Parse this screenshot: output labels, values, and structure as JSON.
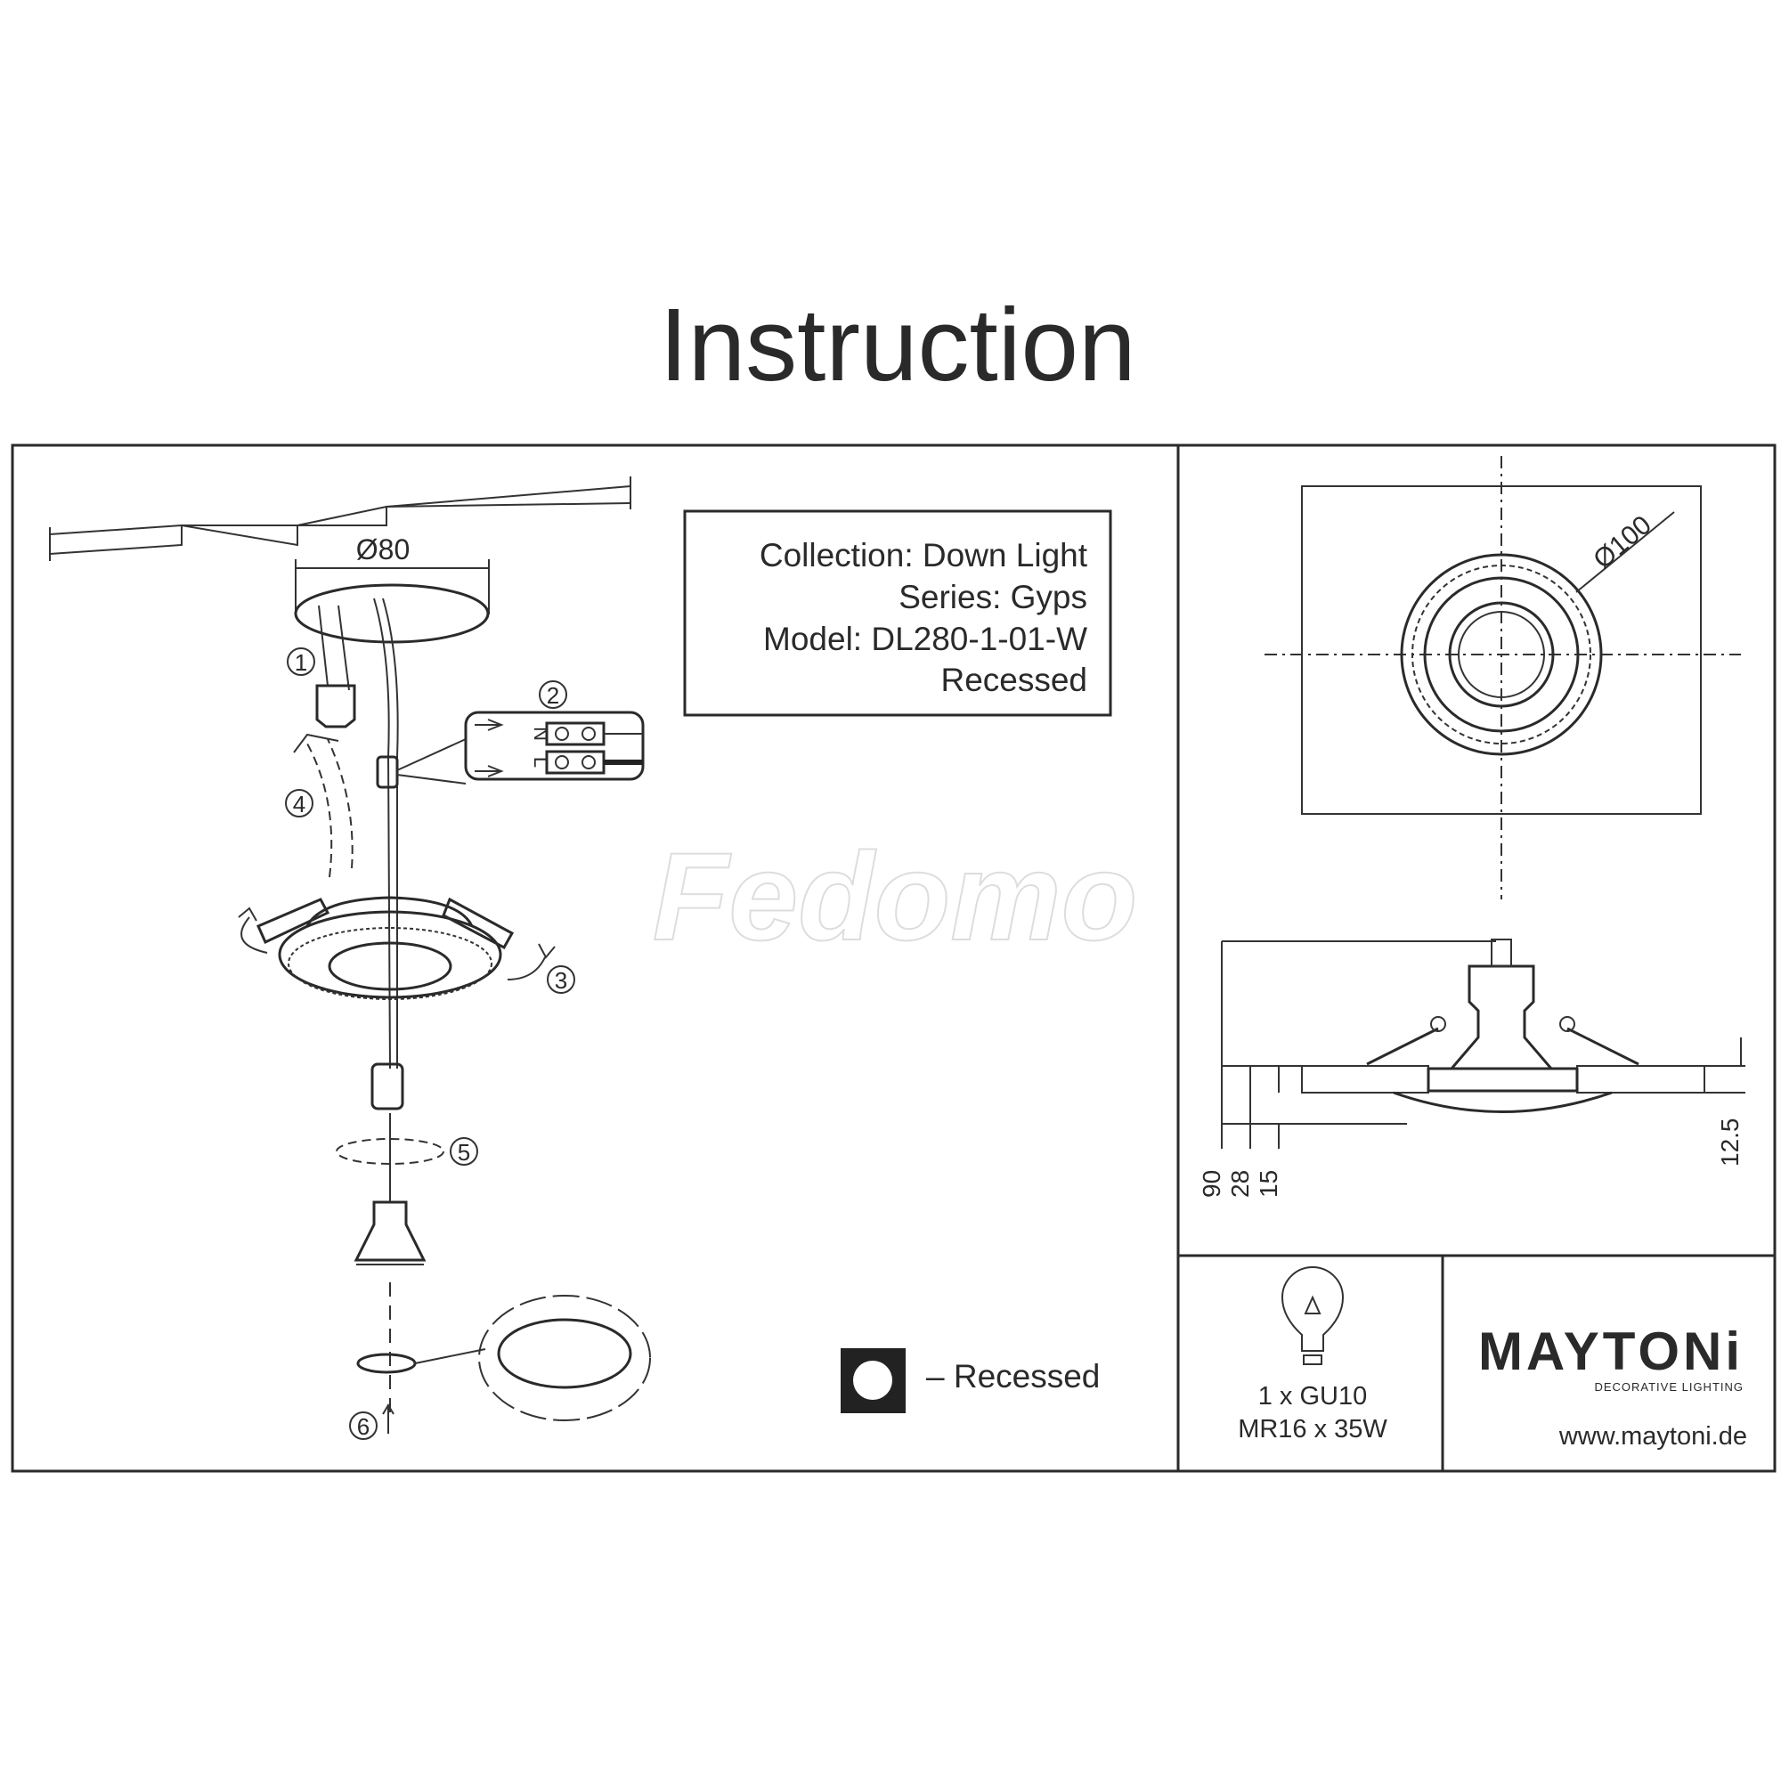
{
  "title": "Instruction",
  "info_box": {
    "collection": "Collection: Down Light",
    "series": "Series: Gyps",
    "model": "Model: DL280-1-01-W",
    "type": "Recessed"
  },
  "installation": {
    "hole_diameter": "Ø80",
    "steps": [
      "1",
      "2",
      "3",
      "4",
      "5",
      "6"
    ],
    "terminal_labels": {
      "neutral": "N",
      "live": "L"
    }
  },
  "legend": {
    "recessed": "– Recessed"
  },
  "dimensions": {
    "diameter": "Ø100",
    "height_total": "90",
    "height_28": "28",
    "height_15": "15",
    "height_12_5": "12.5"
  },
  "bulb": {
    "line1": "1 x GU10",
    "line2": "MR16 x 35W",
    "icon": "light-bulb-icon"
  },
  "brand": {
    "logo": "MAYTONi",
    "tagline": "DECORATIVE LIGHTING",
    "website": "www.maytoni.de"
  },
  "watermark": "Fedomo"
}
